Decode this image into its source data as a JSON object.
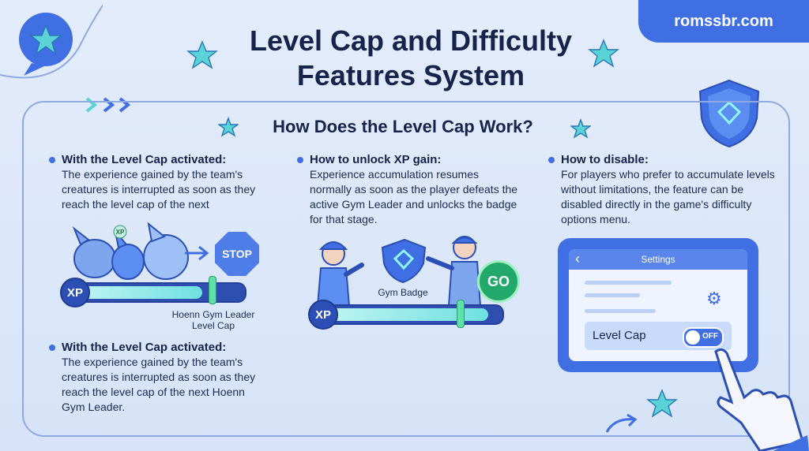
{
  "brand": "romssbr.com",
  "title_line1": "Level Cap and Difficulty",
  "title_line2": "Features System",
  "subtitle": "How Does the Level Cap Work?",
  "col1": {
    "heading": "With the Level Cap activated:",
    "text": "The experience gained by the team's creatures is interrupted as soon as they reach the level cap of the next",
    "xp_label": "XP",
    "stop_label": "STOP",
    "xp_bubble": "XP",
    "cap_label_line1": "Hoenn Gym Leader",
    "cap_label_line2": "Level Cap",
    "heading2": "With the Level Cap activated:",
    "text2": "The experience gained by the team's creatures is interrupted as soon as they reach the level cap of the next Hoenn Gym Leader."
  },
  "col2": {
    "heading": "How to unlock XP gain:",
    "text": "Experience accumulation resumes normally as soon as the player defeats the active Gym Leader and unlocks the badge for that stage.",
    "badge_label": "Gym Badge",
    "go_label": "GO",
    "xp_label": "XP"
  },
  "col3": {
    "heading": "How to disable:",
    "text": "For players who prefer to accumulate levels without limitations, the feature can be disabled directly in the game's difficulty options menu.",
    "settings_title": "Settings",
    "back_glyph": "‹",
    "gear_glyph": "⚙",
    "setting_label": "Level Cap",
    "toggle_state": "OFF"
  },
  "colors": {
    "accent": "#3f6fe3",
    "teal": "#59d3d6",
    "go_green": "#22a86a"
  }
}
